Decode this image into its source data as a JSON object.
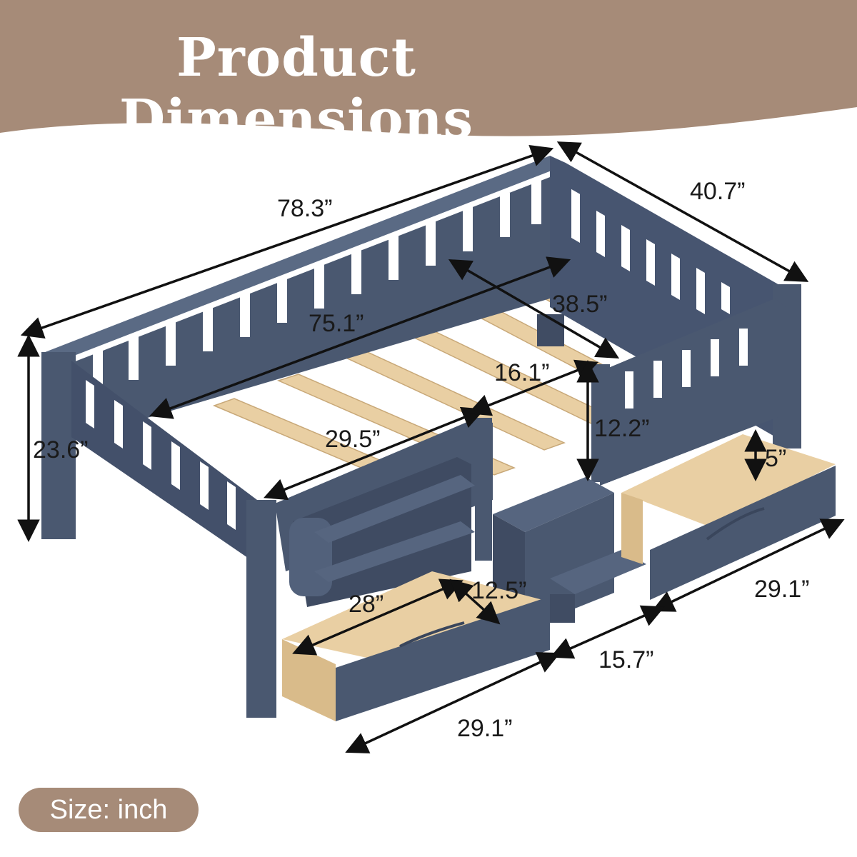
{
  "header": {
    "title": "Product Dimensions",
    "band_color": "#a68b78"
  },
  "bed": {
    "frame_color": "#4a5870",
    "wood_color": "#e9cfa3"
  },
  "dimensions": {
    "overall_length": "78.3”",
    "overall_width": "40.7”",
    "inner_length": "75.1”",
    "inner_width": "38.5”",
    "overall_height": "23.6”",
    "front_panel_length": "29.5”",
    "gap_width": "16.1”",
    "rail_height": "12.2”",
    "drawer_depth": "5”",
    "left_drawer_inner_length": "28”",
    "left_drawer_inner_depth": "12.5”",
    "right_drawer_length": "29.1”",
    "step_width": "15.7”",
    "left_drawer_length": "29.1”"
  },
  "footer": {
    "size_label": "Size: inch"
  }
}
